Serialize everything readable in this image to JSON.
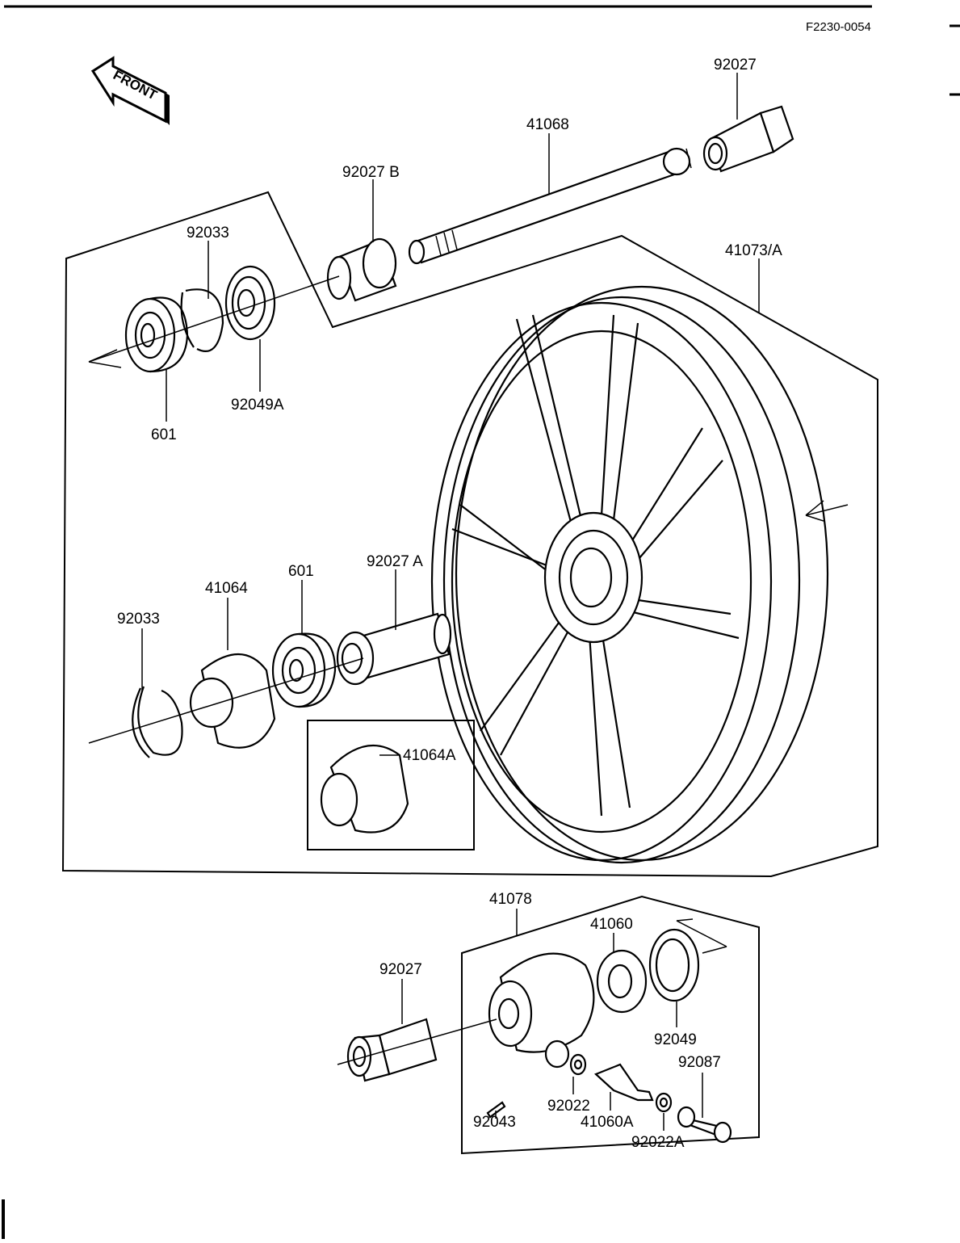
{
  "diagram": {
    "code": "F2230-0054",
    "front_arrow_label": "FRONT",
    "part_labels": {
      "p92027_top": "92027",
      "p41068": "41068",
      "p92027B": "92027 B",
      "p41073A": "41073/A",
      "p92033_top": "92033",
      "p92049A": "92049A",
      "p601_top": "601",
      "p601_mid": "601",
      "p92027A": "92027 A",
      "p41064": "41064",
      "p92033_mid": "92033",
      "p41064A": "41064A",
      "p41078": "41078",
      "p41060": "41060",
      "p92027_bot": "92027",
      "p92049": "92049",
      "p92087": "92087",
      "p92022": "92022",
      "p92043": "92043",
      "p41060A": "41060A",
      "p92022A": "92022A"
    }
  }
}
